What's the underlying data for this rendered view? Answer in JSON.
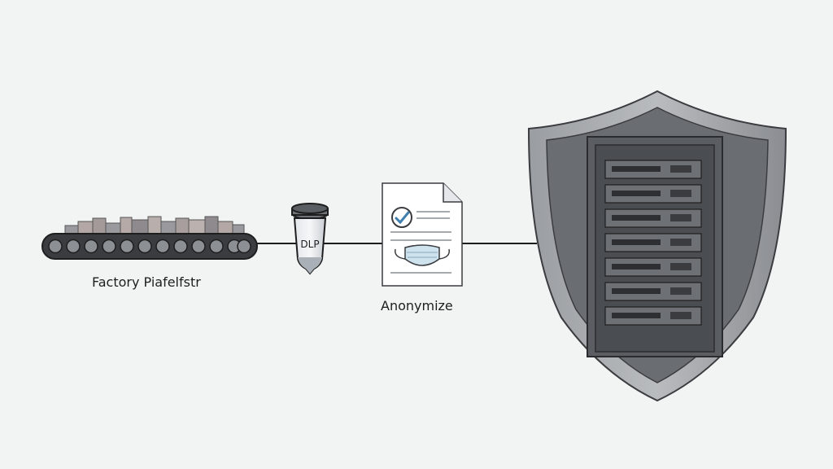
{
  "nodes": {
    "factory": {
      "label": "Factory Piafelfstr"
    },
    "dlp": {
      "label": "DLP"
    },
    "anonymize": {
      "label": "Anonymize"
    }
  },
  "colors": {
    "background": "#f2f3f3",
    "line": "#1e1e1e",
    "shield_outer": "#8e9195",
    "shield_inner": "#6a6e73",
    "rack": "#4a4d52",
    "check_accent": "#3f7fb0",
    "mask": "#cfe3ef"
  }
}
